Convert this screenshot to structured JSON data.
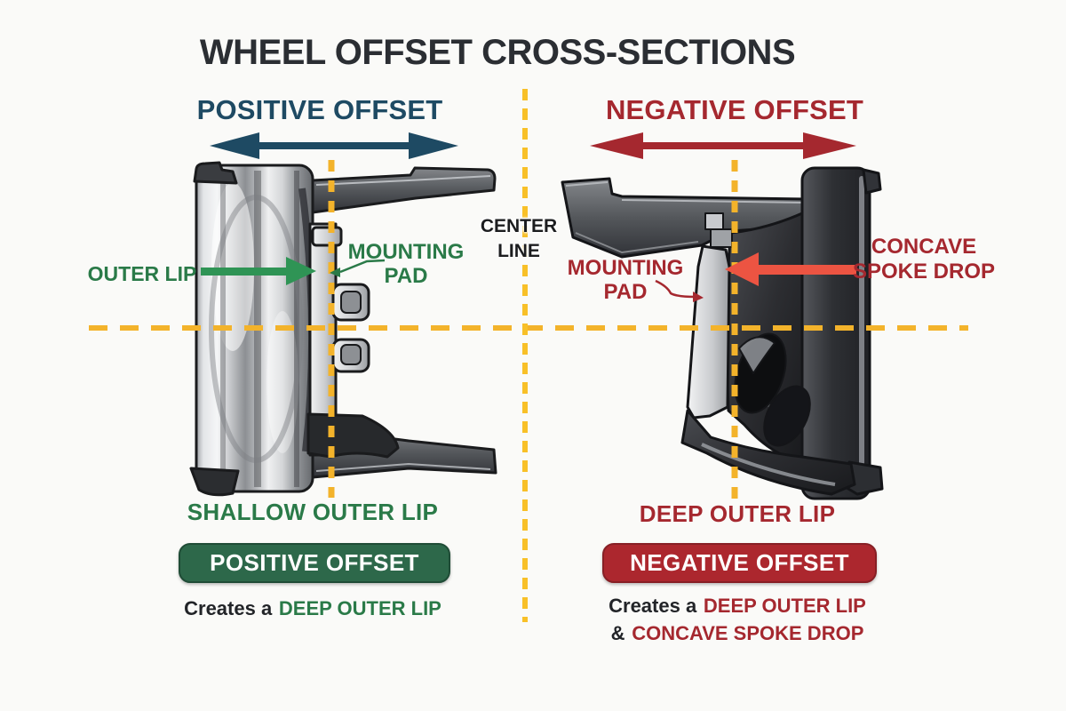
{
  "title": "WHEEL OFFSET CROSS-SECTIONS",
  "center_line": {
    "line1": "CENTER",
    "line2": "LINE"
  },
  "positive": {
    "header": "POSITIVE OFFSET",
    "outer_lip_label": "OUTER LIP",
    "mounting_pad_line1": "MOUNTING",
    "mounting_pad_line2": "PAD",
    "caption": "SHALLOW OUTER LIP",
    "badge": "POSITIVE OFFSET",
    "result_prefix": "Creates a",
    "result_highlight": "DEEP OUTER LIP"
  },
  "negative": {
    "header": "NEGATIVE OFFSET",
    "mounting_pad_line1": "MOUNTING",
    "mounting_pad_line2": "PAD",
    "concave_line1": "CONCAVE",
    "concave_line2": "SPOKE DROP",
    "caption": "DEEP OUTER LIP",
    "badge": "NEGATIVE OFFSET",
    "result_prefix": "Creates a",
    "result_highlight": "DEEP OUTER LIP",
    "result_join": "&",
    "result_highlight2": "CONCAVE SPOKE DROP"
  },
  "colors": {
    "background": "#fafaf8",
    "title_ink": "#2b2e33",
    "positive_blue": "#1e4a63",
    "negative_red": "#a5282f",
    "green_text": "#2a7a48",
    "green_arrow": "#2f9455",
    "green_badge": "#2d684a",
    "red_badge": "#ac272e",
    "orange_arrow": "#ec5442",
    "centerline_yellow": "#f3b32b",
    "label_ink": "#222428"
  }
}
